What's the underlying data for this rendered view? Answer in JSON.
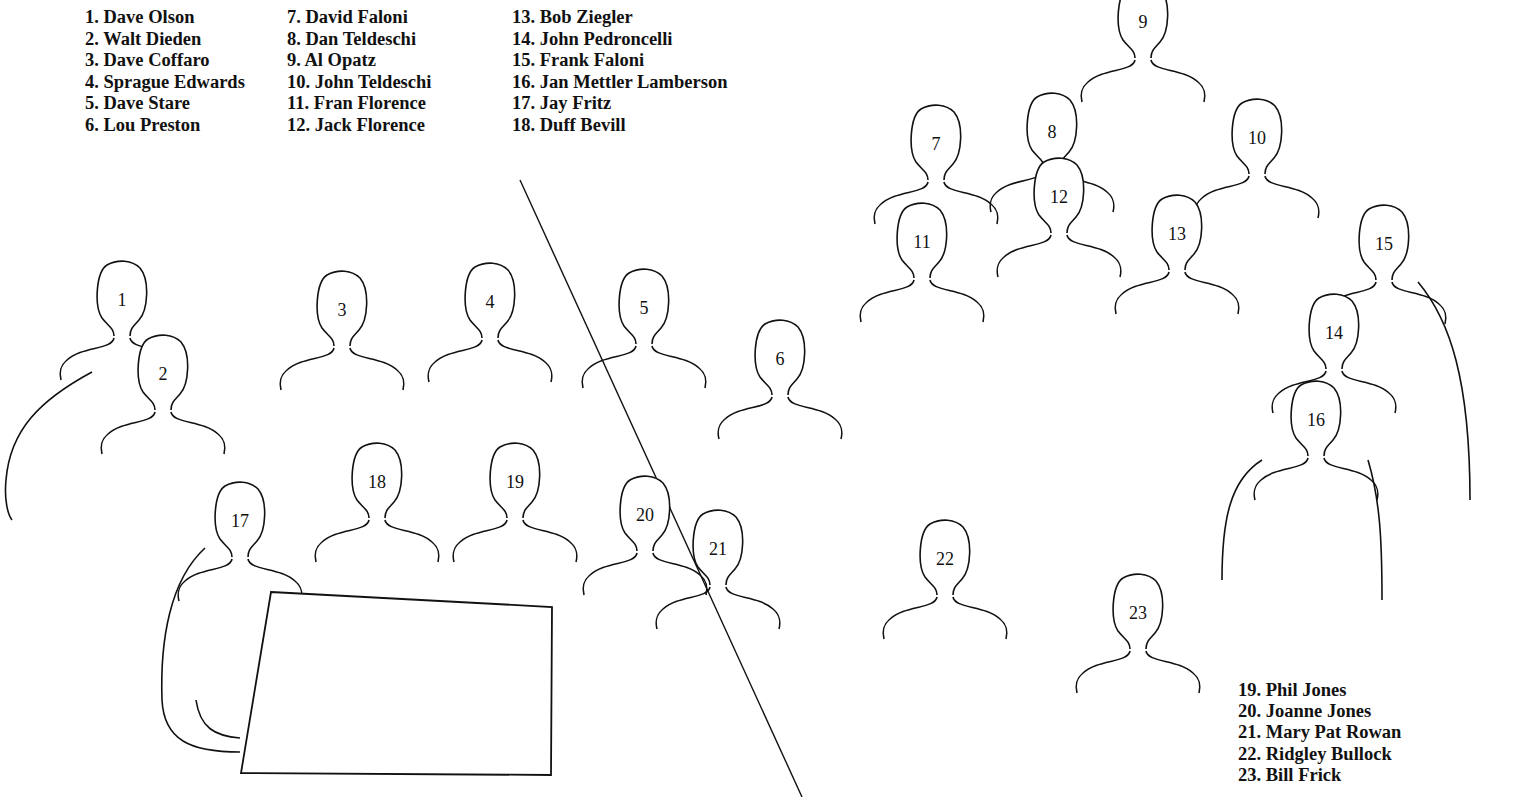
{
  "diagram": {
    "nodes": [
      {
        "text": [
          "1"
        ]
      },
      {
        "text": [
          "2"
        ]
      },
      {
        "text": [
          "3"
        ]
      },
      {
        "text": [
          "4"
        ]
      },
      {
        "text": [
          "5"
        ]
      },
      {
        "text": [
          "6"
        ]
      },
      {
        "text": [
          "7"
        ]
      },
      {
        "text": [
          "8"
        ]
      },
      {
        "text": [
          "9"
        ]
      },
      {
        "text": [
          "10"
        ]
      },
      {
        "text": [
          "11"
        ]
      },
      {
        "text": [
          "12"
        ]
      },
      {
        "text": [
          "13"
        ]
      },
      {
        "text": [
          "14"
        ]
      },
      {
        "text": [
          "15"
        ]
      },
      {
        "text": [
          "16"
        ]
      },
      {
        "text": [
          "17"
        ]
      },
      {
        "text": [
          "18"
        ]
      },
      {
        "text": [
          "19"
        ]
      },
      {
        "text": [
          "20"
        ]
      },
      {
        "text": [
          "21"
        ]
      },
      {
        "text": [
          "22"
        ]
      },
      {
        "text": [
          "23"
        ]
      }
    ],
    "labels": [
      "1. Dave Olson",
      "2. Walt Dieden",
      "3. Dave Coffaro",
      "4. Sprague Edwards",
      "5. Dave Stare",
      "6. Lou Preston",
      "7. David Faloni",
      "8. Dan Teldeschi",
      "9. Al Opatz",
      "10. John Teldeschi",
      "11. Fran Florence",
      "12. Jack Florence",
      "13. Bob Ziegler",
      "14. John Pedroncelli",
      "15. Frank Faloni",
      "16. Jan Mettler Lamberson",
      "17. Jay Fritz",
      "18. Duff Bevill",
      "19. Phil Jones",
      "20. Joanne Jones",
      "21. Mary Pat Rowan",
      "22. Ridgley Bullock",
      "23. Bill Frick"
    ]
  }
}
